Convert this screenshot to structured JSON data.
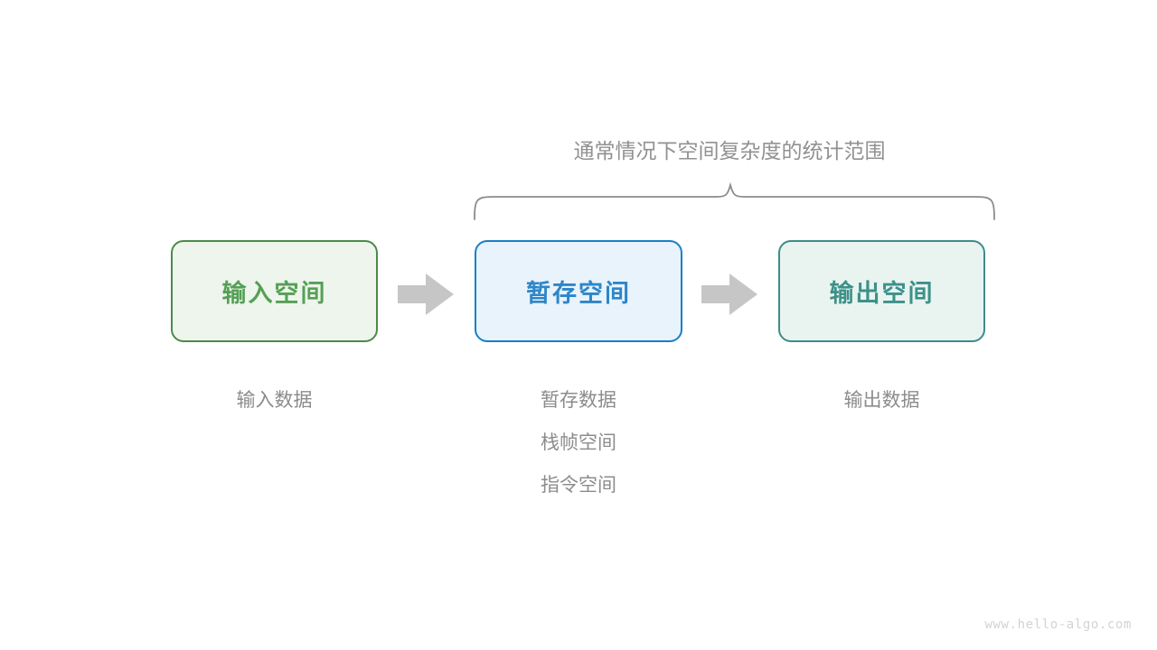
{
  "diagram": {
    "title_caption": {
      "prefix": "通常情况下",
      "emphasis": "空间复杂度",
      "suffix": "的统计范围"
    },
    "brace": {
      "name": "curly-brace",
      "color": "#8c8c8c",
      "spans_boxes": [
        "暂存空间",
        "输出空间"
      ]
    },
    "boxes": [
      {
        "id": "input",
        "label": "输入空间",
        "border_color": "#4b8b4b",
        "fill_color": "#eef5ec",
        "text_color": "#55a055",
        "captions": [
          "输入数据"
        ]
      },
      {
        "id": "temp",
        "label": "暂存空间",
        "border_color": "#1a7fc4",
        "fill_color": "#e8f3fc",
        "text_color": "#2e86c8",
        "captions": [
          "暂存数据",
          "栈帧空间",
          "指令空间"
        ]
      },
      {
        "id": "output",
        "label": "输出空间",
        "border_color": "#3d8d88",
        "fill_color": "#e9f4f1",
        "text_color": "#3d9189",
        "captions": [
          "输出数据"
        ]
      }
    ],
    "arrows": [
      {
        "id": "arrow-1",
        "from": "input",
        "to": "temp",
        "color": "#c6c6c6"
      },
      {
        "id": "arrow-2",
        "from": "temp",
        "to": "output",
        "color": "#c6c6c6"
      }
    ],
    "watermark": "www.hello-algo.com"
  }
}
